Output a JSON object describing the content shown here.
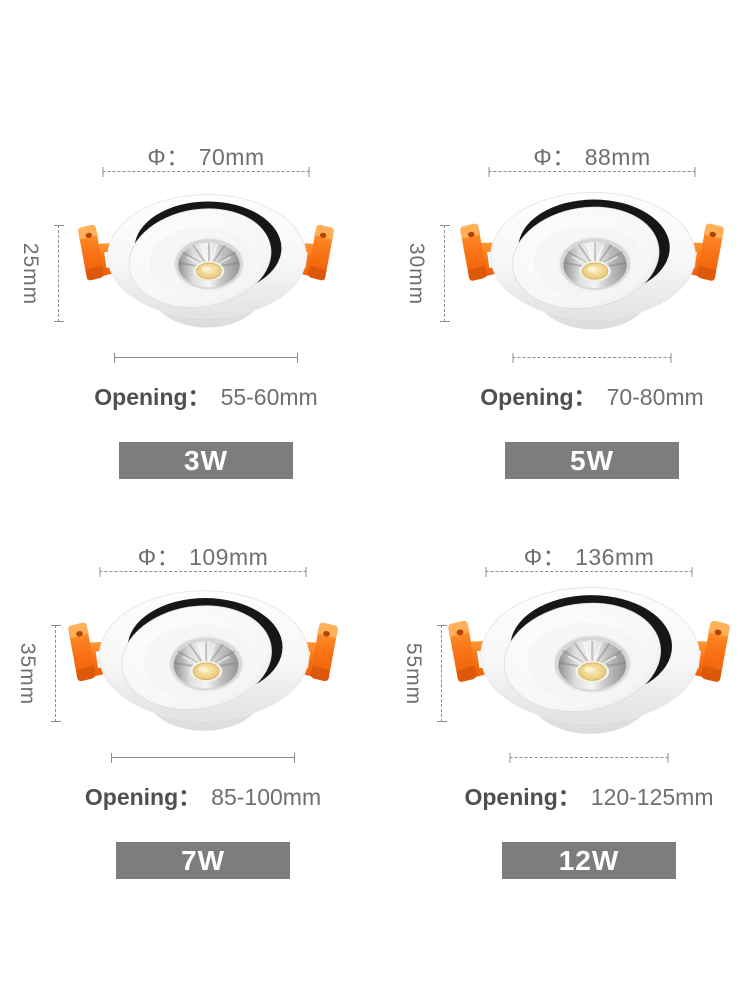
{
  "page": {
    "background": "#ffffff",
    "description": "LED recessed downlight size specification sheet, 2x2 grid of four wattage variants"
  },
  "colors": {
    "dimension_text": "#6f6f6f",
    "opening_label_text": "#4f4f4f",
    "dimension_line": "#8c8c8c",
    "badge_background": "#7d7d7d",
    "badge_text": "#ffffff",
    "clip_orange": "#f97316",
    "led_chip_yellow": "#e9c96f",
    "lamp_body_white": "#f7f7f7",
    "gimbal_gap_black": "#161616"
  },
  "products": [
    {
      "diameter_label": "Φ：",
      "diameter": "70mm",
      "height": "25mm",
      "opening_label": "Opening：",
      "opening": "55-60mm",
      "wattage": "3W"
    },
    {
      "diameter_label": "Φ：",
      "diameter": "88mm",
      "height": "30mm",
      "opening_label": "Opening：",
      "opening": "70-80mm",
      "wattage": "5W"
    },
    {
      "diameter_label": "Φ：",
      "diameter": "109mm",
      "height": "35mm",
      "opening_label": "Opening：",
      "opening": "85-100mm",
      "wattage": "7W"
    },
    {
      "diameter_label": "Φ：",
      "diameter": "136mm",
      "height": "55mm",
      "opening_label": "Opening：",
      "opening": "120-125mm",
      "wattage": "12W"
    }
  ]
}
